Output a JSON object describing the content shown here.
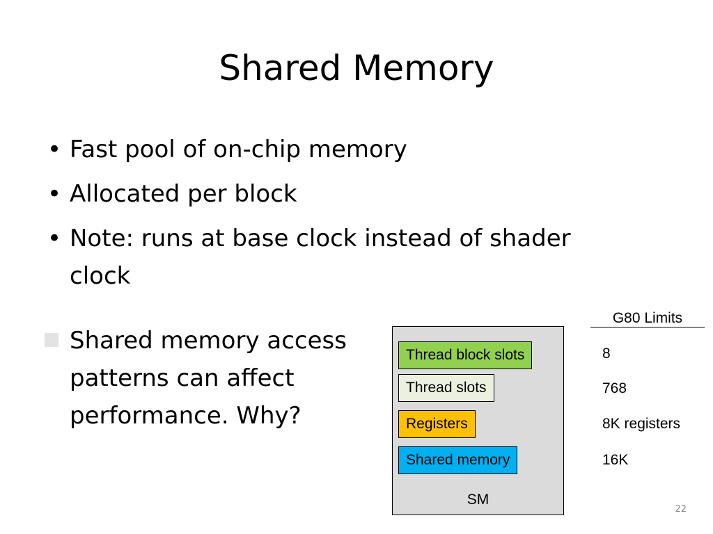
{
  "slide": {
    "title": "Shared Memory",
    "page_number": "22"
  },
  "bullets": [
    {
      "marker": "•",
      "text": "Fast pool of on-chip memory"
    },
    {
      "marker": "•",
      "text": "Allocated per block"
    },
    {
      "marker": "•",
      "text": "Note: runs at base clock instead of shader clock"
    }
  ],
  "sub_bullet": {
    "text": "Shared memory access patterns can affect performance. Why?"
  },
  "diagram": {
    "box_label": "SM",
    "limits_header": "G80 Limits",
    "items": [
      {
        "label": "Thread block slots",
        "limit": "8",
        "color": "#92d050"
      },
      {
        "label": "Thread slots",
        "limit": "768",
        "color": "#ebf1de"
      },
      {
        "label": "Registers",
        "limit": "8K registers",
        "color": "#ffc000"
      },
      {
        "label": "Shared memory",
        "limit": "16K",
        "color": "#00b0f0"
      }
    ]
  }
}
